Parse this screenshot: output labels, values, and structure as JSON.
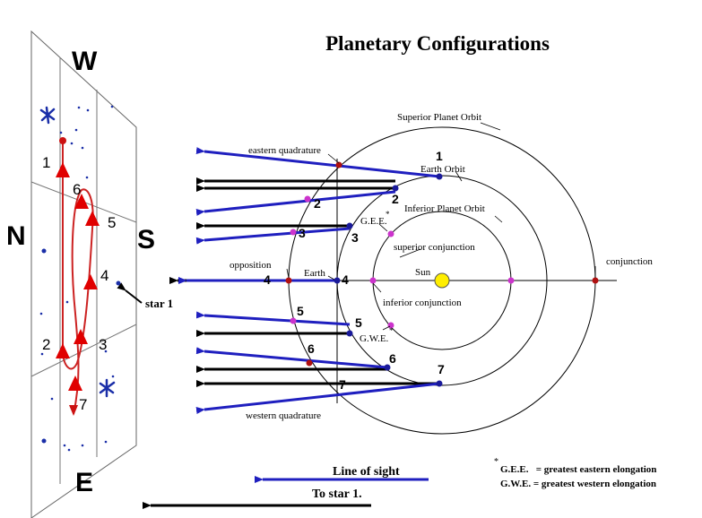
{
  "title": "Planetary Configurations",
  "sky": {
    "compass": {
      "west": "W",
      "north": "N",
      "south": "S",
      "east": "E"
    },
    "positions": [
      "1",
      "2",
      "3",
      "4",
      "5",
      "6",
      "7"
    ],
    "star_label": "star 1"
  },
  "orbit_labels": {
    "superior": "Superior Planet Orbit",
    "earth": "Earth Orbit",
    "inferior": "Inferior Planet Orbit",
    "sun": "Sun",
    "earth_point": "Earth"
  },
  "configurations": {
    "eastern_quadrature": "eastern quadrature",
    "western_quadrature": "western quadrature",
    "gee": "G.E.E.",
    "gwe": "G.W.E.",
    "superior_conjunction": "superior conjunction",
    "inferior_conjunction": "inferior conjunction",
    "opposition": "opposition",
    "conjunction": "conjunction"
  },
  "position_numbers": [
    "1",
    "2",
    "3",
    "4",
    "5",
    "6",
    "7"
  ],
  "legend": {
    "line_of_sight": "Line of sight",
    "to_star": "To star 1.",
    "asterisk": "*",
    "gee_def": "G.E.E.   = greatest eastern elongation",
    "gwe_def": "G.W.E. = greatest western elongation"
  },
  "colors": {
    "line_of_sight": "#1f1fbf",
    "planet_path": "#cc0000",
    "marker_red": "#e00000",
    "earth_dot": "#1a1a9a",
    "inferior_dot": "#cc33cc",
    "superior_dot": "#b01010",
    "sun": "#ffee00"
  }
}
